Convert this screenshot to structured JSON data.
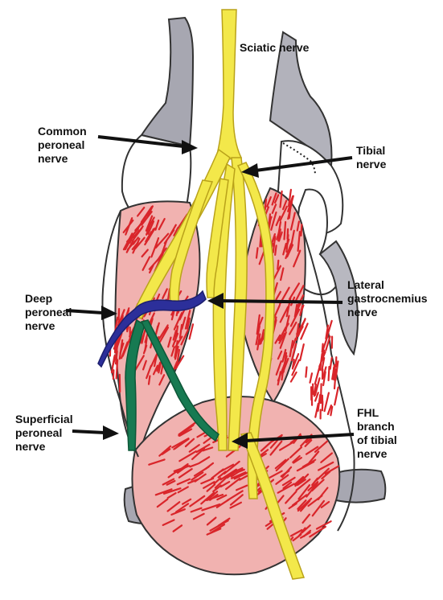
{
  "colors": {
    "muscle": "#d9252a",
    "muscle_light": "#f1b2b0",
    "nerve_yellow": "#f3e84a",
    "nerve_outline": "#b9a21a",
    "deep_nerve_blue": "#2c2f9a",
    "superficial_nerve_green": "#177a52",
    "bone_gray": "#a7a7b1",
    "outline": "#222222"
  },
  "labels": {
    "sciatic": [
      "Sciatic nerve"
    ],
    "common_peroneal": [
      "Common",
      "peroneal",
      "nerve"
    ],
    "tibial": [
      "Tibial",
      "nerve"
    ],
    "lateral_gastrocnemius": [
      "Lateral",
      "gastrocnemius",
      "nerve"
    ],
    "deep_peroneal": [
      "Deep",
      "peroneal",
      "nerve"
    ],
    "superficial_peroneal": [
      "Superficial",
      "peroneal",
      "nerve"
    ],
    "fhl_branch": [
      "FHL",
      "branch",
      "of tibial",
      "nerve"
    ]
  }
}
